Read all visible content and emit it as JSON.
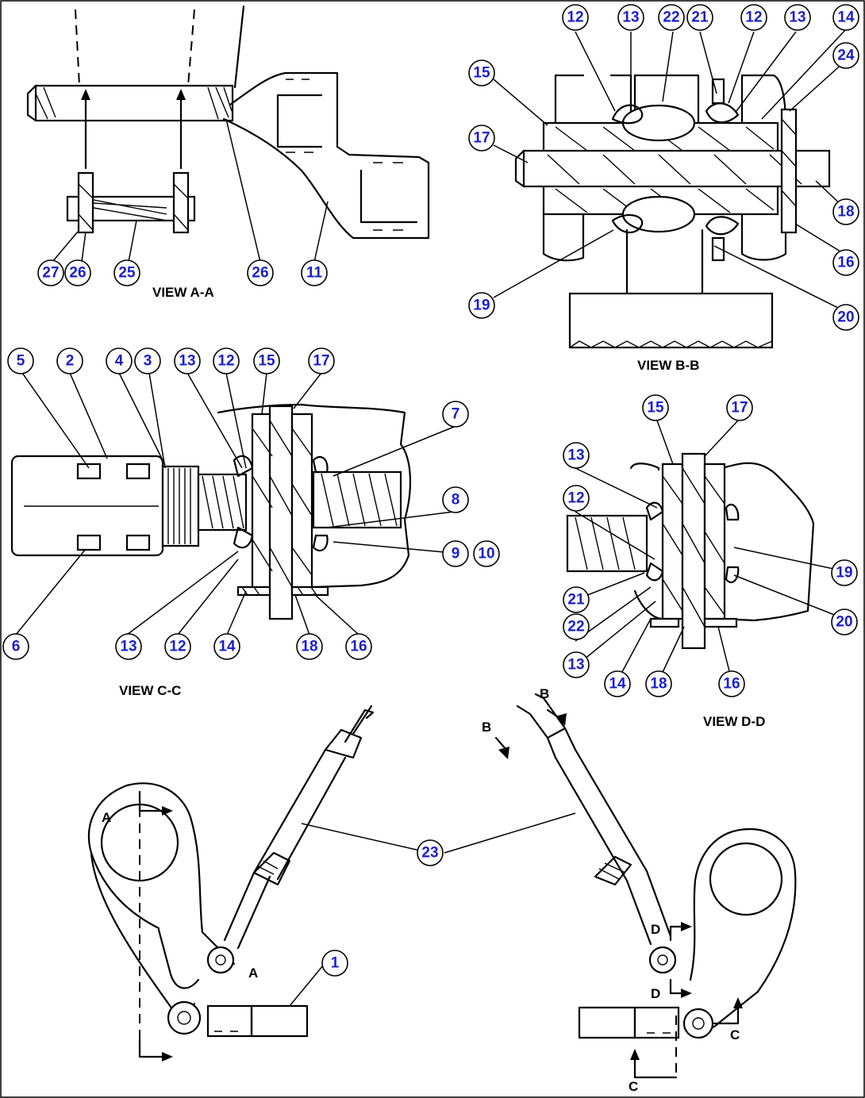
{
  "captions": {
    "view_aa": "VIEW A-A",
    "view_bb": "VIEW B-B",
    "view_cc": "VIEW C-C",
    "view_dd": "VIEW D-D"
  },
  "section_letters": {
    "a_top": "A",
    "a_mid": "A",
    "b_left": "B",
    "b_right": "B",
    "c_right": "C",
    "c_bottom": "C",
    "d_top": "D",
    "d_bottom": "D"
  },
  "callouts": {
    "aa": [
      "27",
      "26",
      "25",
      "26",
      "11"
    ],
    "bb": [
      "12",
      "13",
      "22",
      "21",
      "12",
      "13",
      "14",
      "24",
      "15",
      "17",
      "18",
      "16",
      "19",
      "20"
    ],
    "cc": [
      "5",
      "2",
      "4",
      "3",
      "13",
      "12",
      "15",
      "17",
      "7",
      "8",
      "9",
      "10",
      "6",
      "13",
      "12",
      "14",
      "18",
      "16"
    ],
    "dd": [
      "15",
      "17",
      "13",
      "12",
      "19",
      "21",
      "22",
      "20",
      "13",
      "14",
      "18",
      "16"
    ],
    "bottom": [
      "23",
      "1"
    ]
  }
}
